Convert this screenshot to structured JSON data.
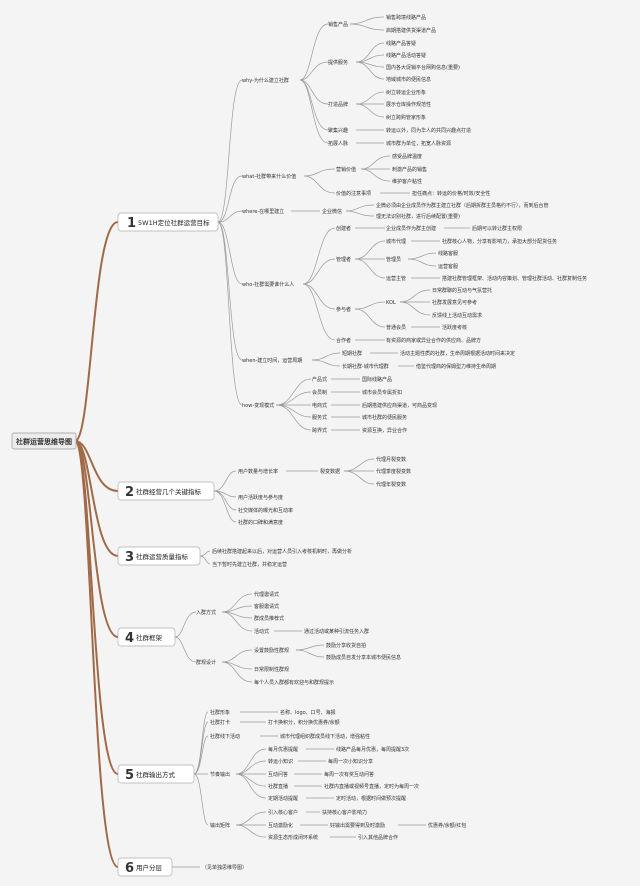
{
  "root": {
    "label": "社群运营思维导图"
  },
  "colors": {
    "section_fill": "#ffffff",
    "section_stroke": "#b0b0b0",
    "root_fill": "#ececec",
    "n1": "#d02a2a",
    "n2": "#e5a93a",
    "n3": "#4a8fd6",
    "n4": "#3aa54a",
    "n5": "#365fbf",
    "n6": "#f07f1a"
  },
  "sections": [
    {
      "num": "1",
      "label": "5W1H定位社群运营目标"
    },
    {
      "num": "2",
      "label": "社群经营几个关键指标"
    },
    {
      "num": "3",
      "label": "社群运营质量指标"
    },
    {
      "num": "4",
      "label": "社群框架"
    },
    {
      "num": "5",
      "label": "社群输出方式"
    },
    {
      "num": "6",
      "label": "用户分层"
    }
  ],
  "nodes": [
    "why-为什么建立社群",
    "销售产品",
    "销售跨境线路产品",
    "启期搭建供货渠道产品",
    "提供服务",
    "线路产品答疑",
    "线路产品活动答疑",
    "国内各大促销平台网购信息(重要)",
    "地域城市的便民信息",
    "打造品牌",
    "树立转运企业形象",
    "展示仓库操作规范性",
    "树立跨购管家形象",
    "聚集兴趣",
    "转运以外，同为华人的共同兴趣点打造",
    "拓展人脉",
    "城市群为单位，拓宽人脉资源",
    "what-社群带来什么价值",
    "营销价值",
    "感受品牌温度",
    "刺激产品的销售",
    "维护客户粘性",
    "价值的注意事项",
    "担任痛点：转运的价格/时效/安全性",
    "where-在哪里建立",
    "企业微信",
    "企微必须由企业成员作为群主建立社群（后期拆群主员格约不行），而到后台管",
    "理无法识别社群，进行后续配置(重要)",
    "who-社群需要谁什么人",
    "创建者",
    "企业成员作为群主创建",
    "后期可以转让群主权限",
    "管理者",
    "城市代理",
    "社群核心人物，分享有影响力，承担大部分配货任务",
    "管理员",
    "线路客服",
    "运营客服",
    "运营主管",
    "搭建社群管理框架、活动内容策划、管理社群活动、社群复制任务",
    "参与者",
    "KOL",
    "日常群聊的互动与气氛营托",
    "社群发展意见可参考",
    "反馈线上活动互动需求",
    "普通会员",
    "活跃度考核",
    "合作者",
    "有资源的商家或异业合作的供应商、品牌方",
    "when-建立时间，运营周期",
    "短期社群",
    "活动主题性质的社群，生命周期根据活动时间来决定",
    "长期社群-城市代理群",
    "借鉴代理商的保姆型力维持生命周期",
    "how-变现模式",
    "产品式",
    "国际线路产品",
    "会员制",
    "城市会员专属折扣",
    "电商式",
    "后期搭建供应商渠道，可商品变现",
    "服务式",
    "城市社群的便民服务",
    "跨界式",
    "资源互换，异业合作",
    "用户数量与增长率",
    "裂变数据",
    "代理月裂变数",
    "代理季度裂变数",
    "代理年裂变数",
    "用户活跃度与参与度",
    "社交媒体的曝光和互动率",
    "社群的口碑和满意度",
    "后续社群搭建起来以后，对运营人员引入考核机制时，再做分析",
    "当下暂时先建立社群，并稳定运营",
    "入群方式",
    "代理邀请式",
    "客服邀请式",
    "群成员推荐式",
    "活动式",
    "通过活动或某种引流任务入群",
    "群规设计",
    "设置鼓励性群规",
    "鼓励分享收货自拍",
    "鼓励成员自发分享本城市便民信息",
    "日常限制性群规",
    "每个人员入群都有欢迎与和群规提示",
    "社群形象",
    "名称、logo、口号、海报",
    "社群打卡",
    "打卡换积分，积分换优惠券/余额",
    "社群线下活动",
    "城市代理组织群成员线下活动，增强粘性",
    "节奏输出",
    "每月优惠提醒",
    "线路产品每月优惠，每周提醒3次",
    "转运小知识",
    "每周一次小知识分享",
    "互动问答",
    "每周一次有奖互动问答",
    "社群直播",
    "社群内直播或视频号直播，定时为每周一次",
    "定期活动提醒",
    "定时活动，根据时间做预次提醒",
    "输出矩阵",
    "引入核心客户",
    "扶持核心客户影响力",
    "互动激励化",
    "好输出需要得到及时激励",
    "优惠券/余额/红包",
    "资源生态形成闭环系统",
    "引入其他品牌合作",
    "（见单独思维导图）"
  ]
}
